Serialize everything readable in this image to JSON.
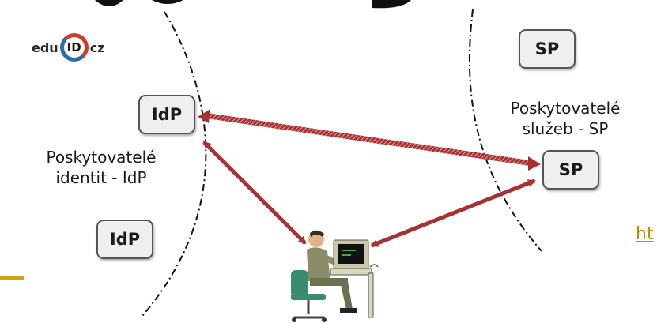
{
  "logo": {
    "left": "edu",
    "middle": "ID",
    "right": "cz"
  },
  "nodes": {
    "idp_top": "IdP",
    "idp_bottom": "IdP",
    "sp_top": "SP",
    "sp_middle": "SP"
  },
  "labels": {
    "idp_region": [
      "Poskytovatelé",
      "identit - IdP"
    ],
    "sp_region": [
      "Poskytovatelé",
      "služeb - SP"
    ]
  },
  "link_fragment": "ht",
  "colors": {
    "arrow": "#a83232",
    "dashed_line": "#111111",
    "node_border": "#555555",
    "accent": "#d4a017"
  }
}
